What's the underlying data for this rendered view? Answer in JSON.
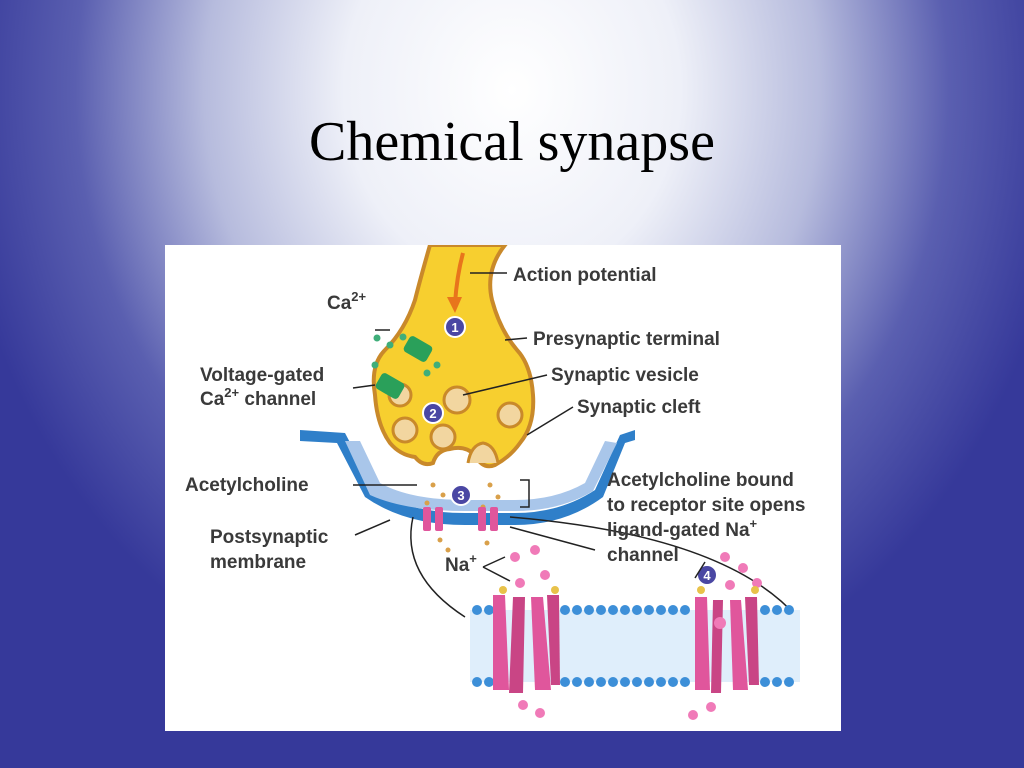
{
  "slide": {
    "title": "Chemical synapse"
  },
  "diagram": {
    "labels": {
      "action_potential": "Action potential",
      "presynaptic_terminal": "Presynaptic terminal",
      "synaptic_vesicle": "Synaptic vesicle",
      "synaptic_cleft": "Synaptic cleft",
      "ca_ion": "Ca",
      "ca_charge": "2+",
      "vg_line1": "Voltage-gated",
      "vg_line2_pre": "Ca",
      "vg_line2_sup": "2+",
      "vg_line2_post": " channel",
      "acetylcholine": "Acetylcholine",
      "postsynaptic_line1": "Postsynaptic",
      "postsynaptic_line2": "membrane",
      "na_ion": "Na",
      "na_charge": "+",
      "ach_bound_line1": "Acetylcholine bound",
      "ach_bound_line2": "to receptor site opens",
      "ach_bound_line3_pre": "ligand-gated Na",
      "ach_bound_line3_sup": "+",
      "ach_bound_line4": "channel"
    },
    "steps": [
      "1",
      "2",
      "3",
      "4"
    ],
    "colors": {
      "terminal": "#f7cf2f",
      "terminal_edge": "#c9892a",
      "membrane": "#2f7fc9",
      "cleft": "#a9c6ea",
      "channel": "#2aa05a",
      "receptor": "#e0569c",
      "step_badge": "#4a47a3",
      "lipid_head": "#3d8fd8"
    }
  }
}
